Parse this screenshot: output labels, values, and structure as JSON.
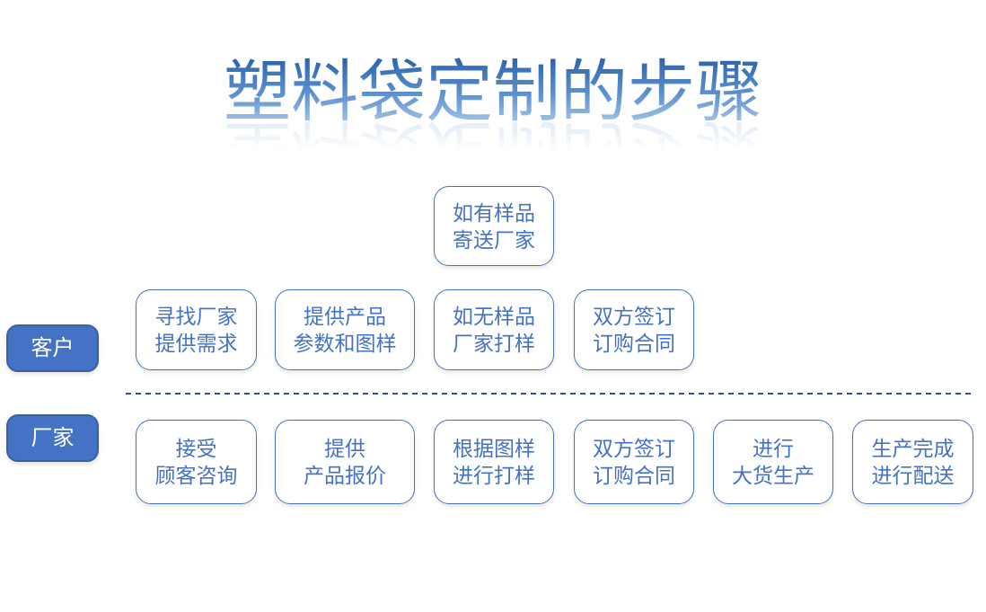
{
  "title": "塑料袋定制的步骤",
  "colors": {
    "accent": "#4472C4",
    "box_border": "#4472C4",
    "box_text": "#4472C4",
    "label_fill": "#4472C4",
    "label_border": "#3660A8",
    "label_text": "#FFFFFF",
    "divider": "#2E5395",
    "title_gradient_top": "#2E66AF",
    "title_gradient_bottom": "#A9C8E9"
  },
  "top_box": {
    "line1": "如有样品",
    "line2": "寄送厂家"
  },
  "rows": {
    "customer": {
      "label": "客户",
      "boxes": [
        {
          "line1": "寻找厂家",
          "line2": "提供需求"
        },
        {
          "line1": "提供产品",
          "line2": "参数和图样"
        },
        {
          "line1": "如无样品",
          "line2": "厂家打样"
        },
        {
          "line1": "双方签订",
          "line2": "订购合同"
        }
      ]
    },
    "manufacturer": {
      "label": "厂家",
      "boxes": [
        {
          "line1": "接受",
          "line2": "顾客咨询"
        },
        {
          "line1": "提供",
          "line2": "产品报价"
        },
        {
          "line1": "根据图样",
          "line2": "进行打样"
        },
        {
          "line1": "双方签订",
          "line2": "订购合同"
        },
        {
          "line1": "进行",
          "line2": "大货生产"
        },
        {
          "line1": "生产完成",
          "line2": "进行配送"
        }
      ]
    }
  }
}
